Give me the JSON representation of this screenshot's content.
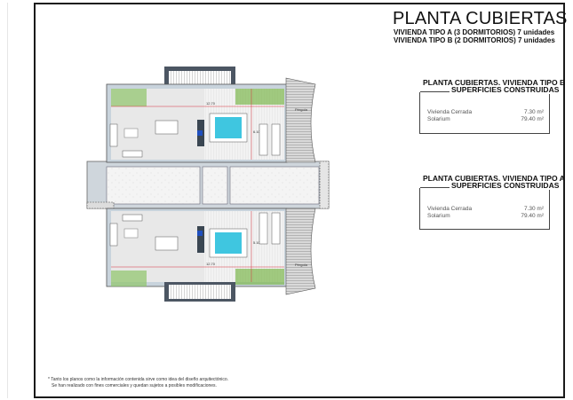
{
  "header": {
    "title": "PLANTA CUBIERTAS",
    "line1": "VIVIENDA TIPO A (3 DORMITORIOS) 7 unidades",
    "line2": "VIVIENDA TIPO B (2 DORMITORIOS) 7 unidades"
  },
  "sections": [
    {
      "title": "PLANTA CUBIERTAS. VIVIENDA TIPO B",
      "box_title": "SUPERFICIES CONSTRUIDAS",
      "rows": [
        {
          "label": "Vivienda Cerrada",
          "value": "7.30 m²"
        },
        {
          "label": "Solarium",
          "value": "79.40 m²"
        }
      ]
    },
    {
      "title": "PLANTA CUBIERTAS. VIVIENDA TIPO A",
      "box_title": "SUPERFICIES CONSTRUIDAS",
      "rows": [
        {
          "label": "Vivienda Cerrada",
          "value": "7.30 m²"
        },
        {
          "label": "Solarium",
          "value": "79.40 m²"
        }
      ]
    }
  ],
  "plan": {
    "dim_width": "12.70",
    "dim_upper": "6.10",
    "dim_lower": "5.10",
    "pergola_label": "Pérgola"
  },
  "footer": {
    "note1": "* Tanto los planos como la información contenida sirve como idea del diseño arquitectónico.",
    "note2": "Se han realizado con fines comerciales y quedan sujetos a posibles modificaciones."
  },
  "colors": {
    "pool": "#3fc6e0",
    "plants": "#6fb63a",
    "dim_line": "#d9333f",
    "floor": "#e8e8e8"
  }
}
